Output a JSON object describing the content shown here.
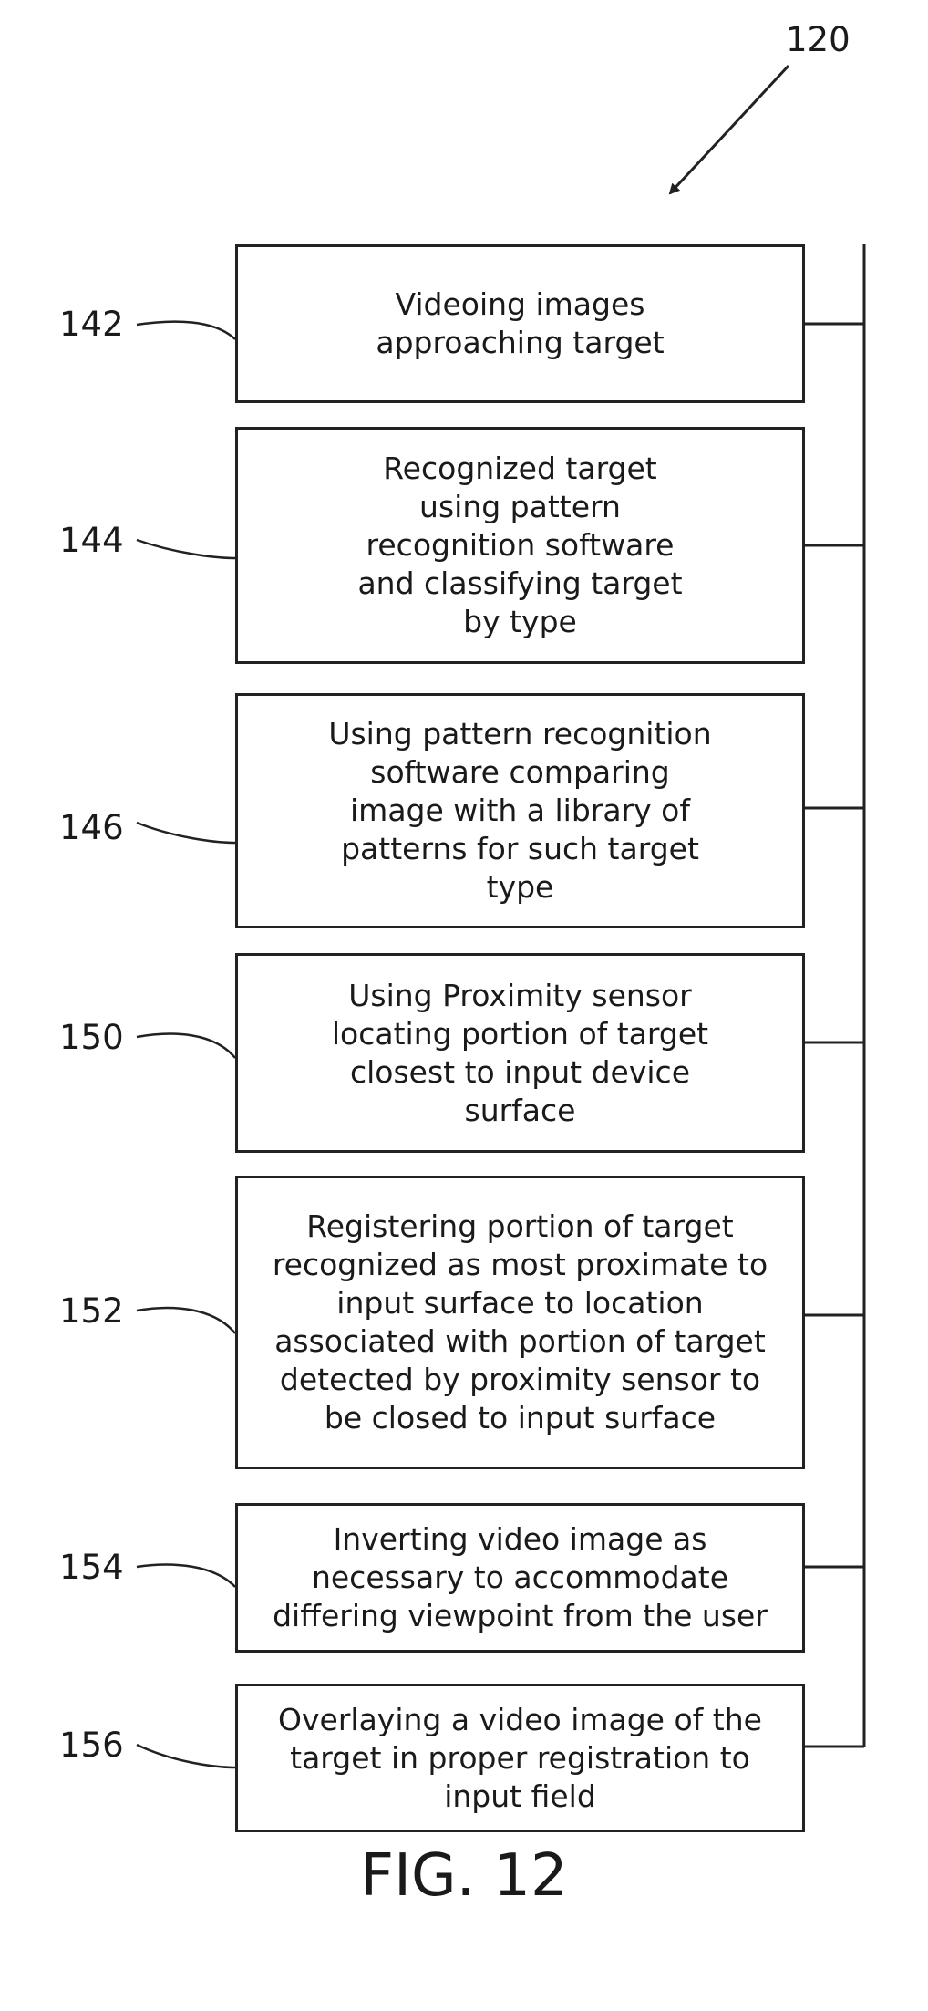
{
  "diagram": {
    "figure_ref": "120",
    "caption": "FIG. 12",
    "steps": [
      {
        "ref": "142",
        "text": "Videoing images\napproaching target"
      },
      {
        "ref": "144",
        "text": "Recognized target\nusing pattern\nrecognition software\nand classifying target\nby type"
      },
      {
        "ref": "146",
        "text": "Using pattern recognition\nsoftware comparing\nimage with a library of\npatterns for such target\ntype"
      },
      {
        "ref": "150",
        "text": "Using Proximity sensor\nlocating portion of target\nclosest to input device\nsurface"
      },
      {
        "ref": "152",
        "text": "Registering portion of target\nrecognized as most proximate to\ninput surface to location\nassociated with portion of target\ndetected by proximity sensor to\nbe closed to input surface"
      },
      {
        "ref": "154",
        "text": "Inverting video image as\nnecessary to accommodate\ndiffering viewpoint from the user"
      },
      {
        "ref": "156",
        "text": "Overlaying a video image of the\ntarget in proper registration to\ninput field"
      }
    ]
  }
}
